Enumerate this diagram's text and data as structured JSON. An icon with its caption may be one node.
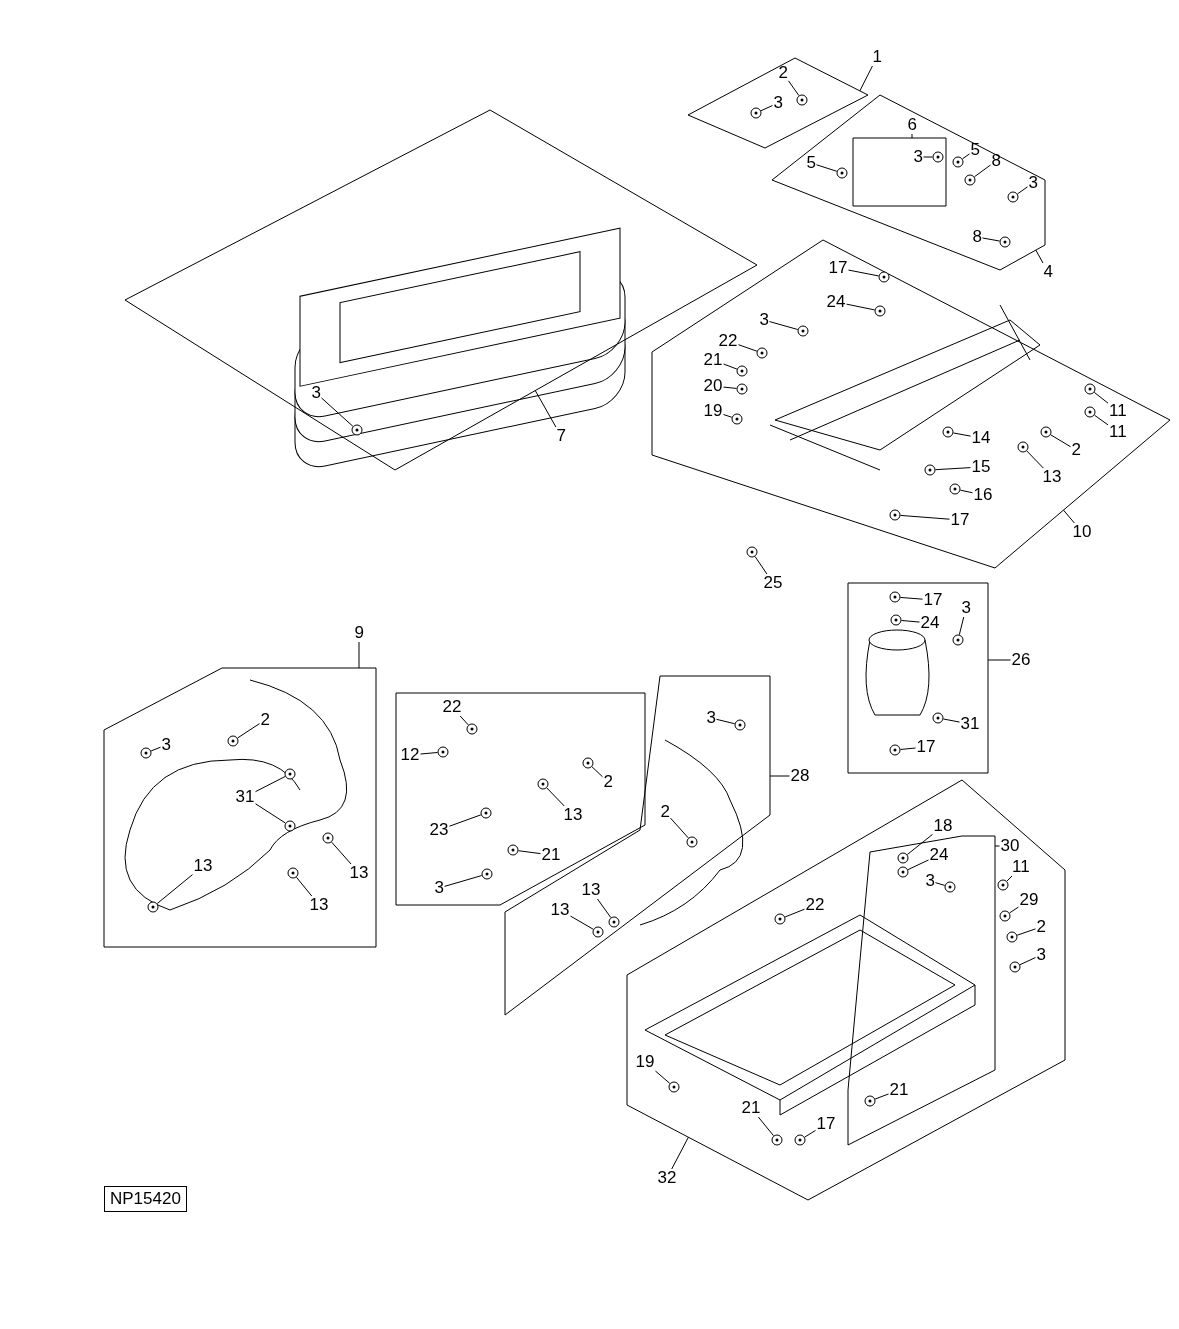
{
  "diagram": {
    "nodes": [
      {
        "text": [],
        "shape": "box"
      },
      {
        "text": [],
        "shape": "box"
      },
      {
        "text": [],
        "shape": "box",
        "in": 1
      },
      {
        "text": [],
        "shape": "diamond"
      },
      {
        "text": [],
        "shape": "box"
      },
      {
        "text": [],
        "shape": "box"
      },
      {
        "text": [],
        "shape": "box"
      },
      {
        "text": [],
        "shape": "box"
      },
      {
        "text": [],
        "shape": "box"
      },
      {
        "text": [],
        "shape": "box"
      },
      {
        "text": [],
        "shape": "box",
        "in": 9
      },
      {
        "text": [
          "1"
        ]
      },
      {
        "text": [
          "2"
        ],
        "in": 0
      },
      {
        "text": [
          "3"
        ],
        "in": 0
      },
      {
        "text": [
          "6"
        ],
        "in": 1
      },
      {
        "text": [
          "3"
        ],
        "in": 2
      },
      {
        "text": [
          "5"
        ],
        "in": 1
      },
      {
        "text": [
          "8"
        ],
        "in": 1
      },
      {
        "text": [
          "5"
        ],
        "in": 1
      },
      {
        "text": [
          "3"
        ],
        "in": 1
      },
      {
        "text": [
          "8"
        ],
        "in": 1
      },
      {
        "text": [
          "4"
        ]
      },
      {
        "text": [
          "3"
        ],
        "in": 3
      },
      {
        "text": [
          "7"
        ]
      },
      {
        "text": [
          "17"
        ],
        "in": 4
      },
      {
        "text": [
          "24"
        ],
        "in": 4
      },
      {
        "text": [
          "3"
        ],
        "in": 4
      },
      {
        "text": [
          "22"
        ],
        "in": 4
      },
      {
        "text": [
          "21"
        ],
        "in": 4
      },
      {
        "text": [
          "20"
        ],
        "in": 4
      },
      {
        "text": [
          "19"
        ],
        "in": 4
      },
      {
        "text": [
          "11"
        ],
        "in": 4
      },
      {
        "text": [
          "11"
        ],
        "in": 4
      },
      {
        "text": [
          "2"
        ],
        "in": 4
      },
      {
        "text": [
          "14"
        ],
        "in": 4
      },
      {
        "text": [
          "13"
        ],
        "in": 4
      },
      {
        "text": [
          "15"
        ],
        "in": 4
      },
      {
        "text": [
          "16"
        ],
        "in": 4
      },
      {
        "text": [
          "17"
        ],
        "in": 4
      },
      {
        "text": [
          "10"
        ]
      },
      {
        "text": [
          "25"
        ]
      },
      {
        "text": [
          "17"
        ],
        "in": 5
      },
      {
        "text": [
          "24"
        ],
        "in": 5
      },
      {
        "text": [
          "3"
        ],
        "in": 5
      },
      {
        "text": [
          "26"
        ]
      },
      {
        "text": [
          "31"
        ],
        "in": 5
      },
      {
        "text": [
          "17"
        ],
        "in": 5
      },
      {
        "text": [
          "9"
        ]
      },
      {
        "text": [
          "3"
        ],
        "in": 6
      },
      {
        "text": [
          "2"
        ],
        "in": 6
      },
      {
        "text": [
          "31"
        ],
        "in": 6
      },
      {
        "text": [
          "13"
        ],
        "in": 6
      },
      {
        "text": [
          "13"
        ],
        "in": 6
      },
      {
        "text": [
          "13"
        ],
        "in": 6
      },
      {
        "text": [
          "22"
        ],
        "in": 7
      },
      {
        "text": [
          "12"
        ],
        "in": 7
      },
      {
        "text": [
          "2"
        ],
        "in": 7
      },
      {
        "text": [
          "13"
        ],
        "in": 7
      },
      {
        "text": [
          "23"
        ],
        "in": 7
      },
      {
        "text": [
          "21"
        ],
        "in": 7
      },
      {
        "text": [
          "3"
        ],
        "in": 7
      },
      {
        "text": [
          "3"
        ],
        "in": 8
      },
      {
        "text": [
          "28"
        ]
      },
      {
        "text": [
          "2"
        ],
        "in": 8
      },
      {
        "text": [
          "13"
        ],
        "in": 8
      },
      {
        "text": [
          "13"
        ],
        "in": 8
      },
      {
        "text": [
          "18"
        ],
        "in": 9
      },
      {
        "text": [
          "30"
        ],
        "in": 9
      },
      {
        "text": [
          "24"
        ],
        "in": 10
      },
      {
        "text": [
          "11"
        ],
        "in": 9
      },
      {
        "text": [
          "3"
        ],
        "in": 10
      },
      {
        "text": [
          "29"
        ],
        "in": 9
      },
      {
        "text": [
          "22"
        ],
        "in": 9
      },
      {
        "text": [
          "2"
        ],
        "in": 9
      },
      {
        "text": [
          "3"
        ],
        "in": 9
      },
      {
        "text": [
          "19"
        ],
        "in": 9
      },
      {
        "text": [
          "21"
        ],
        "in": 10
      },
      {
        "text": [
          "21"
        ],
        "in": 9
      },
      {
        "text": [
          "17"
        ],
        "in": 9
      },
      {
        "text": [
          "32"
        ]
      },
      {
        "text": [],
        "shape": "picture",
        "in": 0
      },
      {
        "text": [],
        "shape": "picture",
        "in": 0
      },
      {
        "text": [],
        "shape": "picture",
        "in": 2
      },
      {
        "text": [],
        "shape": "picture",
        "in": 1
      },
      {
        "text": [],
        "shape": "picture",
        "in": 1
      },
      {
        "text": [],
        "shape": "picture",
        "in": 1
      },
      {
        "text": [],
        "shape": "picture",
        "in": 1
      },
      {
        "text": [],
        "shape": "picture",
        "in": 1
      },
      {
        "text": [],
        "shape": "picture",
        "in": 3
      },
      {
        "text": [],
        "shape": "picture",
        "in": 4
      },
      {
        "text": [],
        "shape": "picture",
        "in": 4
      },
      {
        "text": [],
        "shape": "picture",
        "in": 4
      },
      {
        "text": [],
        "shape": "picture",
        "in": 4
      },
      {
        "text": [],
        "shape": "picture",
        "in": 4
      },
      {
        "text": [],
        "shape": "picture",
        "in": 4
      },
      {
        "text": [],
        "shape": "picture",
        "in": 4
      },
      {
        "text": [],
        "shape": "picture",
        "in": 4
      },
      {
        "text": [],
        "shape": "picture",
        "in": 4
      },
      {
        "text": [],
        "shape": "picture",
        "in": 4
      },
      {
        "text": [],
        "shape": "picture",
        "in": 4
      },
      {
        "text": [],
        "shape": "picture",
        "in": 4
      },
      {
        "text": [],
        "shape": "picture",
        "in": 4
      },
      {
        "text": [],
        "shape": "picture",
        "in": 4
      },
      {
        "text": [],
        "shape": "picture",
        "in": 4
      },
      {
        "text": [],
        "shape": "picture"
      },
      {
        "text": [],
        "shape": "picture",
        "in": 5
      },
      {
        "text": [],
        "shape": "picture",
        "in": 5
      },
      {
        "text": [],
        "shape": "picture",
        "in": 5
      },
      {
        "text": [],
        "shape": "picture",
        "in": 5
      },
      {
        "text": [],
        "shape": "picture",
        "in": 5
      },
      {
        "text": [],
        "shape": "picture",
        "in": 6
      },
      {
        "text": [],
        "shape": "picture",
        "in": 6
      },
      {
        "text": [],
        "shape": "picture",
        "in": 6
      },
      {
        "text": [],
        "shape": "picture",
        "in": 6
      },
      {
        "text": [],
        "shape": "picture",
        "in": 6
      },
      {
        "text": [],
        "shape": "picture",
        "in": 6
      },
      {
        "text": [],
        "shape": "picture",
        "in": 6
      },
      {
        "text": [],
        "shape": "picture",
        "in": 7
      },
      {
        "text": [],
        "shape": "picture",
        "in": 7
      },
      {
        "text": [],
        "shape": "picture",
        "in": 7
      },
      {
        "text": [],
        "shape": "picture",
        "in": 7
      },
      {
        "text": [],
        "shape": "picture",
        "in": 7
      },
      {
        "text": [],
        "shape": "picture",
        "in": 7
      },
      {
        "text": [],
        "shape": "picture",
        "in": 7
      },
      {
        "text": [],
        "shape": "picture",
        "in": 8
      },
      {
        "text": [],
        "shape": "picture",
        "in": 8
      },
      {
        "text": [],
        "shape": "picture",
        "in": 8
      },
      {
        "text": [],
        "shape": "picture",
        "in": 8
      },
      {
        "text": [],
        "shape": "picture",
        "in": 10
      },
      {
        "text": [],
        "shape": "picture",
        "in": 10
      },
      {
        "text": [],
        "shape": "picture",
        "in": 9
      },
      {
        "text": [],
        "shape": "picture",
        "in": 10
      },
      {
        "text": [],
        "shape": "picture",
        "in": 9
      },
      {
        "text": [],
        "shape": "picture",
        "in": 9
      },
      {
        "text": [],
        "shape": "picture",
        "in": 9
      },
      {
        "text": [],
        "shape": "picture",
        "in": 9
      },
      {
        "text": [],
        "shape": "picture",
        "in": 9
      },
      {
        "text": [],
        "shape": "picture",
        "in": 10
      },
      {
        "text": [],
        "shape": "picture",
        "in": 9
      },
      {
        "text": [],
        "shape": "picture",
        "in": 9
      }
    ],
    "edges": [
      {
        "from": 11,
        "to": 0,
        "arrow": "none"
      },
      {
        "from": 12,
        "to": 80,
        "arrow": "none"
      },
      {
        "from": 13,
        "to": 81,
        "arrow": "none"
      },
      {
        "from": 14,
        "to": 2,
        "arrow": "none"
      },
      {
        "from": 15,
        "to": 82,
        "arrow": "none"
      },
      {
        "from": 16,
        "to": 83,
        "arrow": "none"
      },
      {
        "from": 17,
        "to": 84,
        "arrow": "none"
      },
      {
        "from": 18,
        "to": 85,
        "arrow": "none"
      },
      {
        "from": 19,
        "to": 86,
        "arrow": "none"
      },
      {
        "from": 20,
        "to": 87,
        "arrow": "none"
      },
      {
        "from": 21,
        "to": 1,
        "arrow": "none"
      },
      {
        "from": 22,
        "to": 88,
        "arrow": "none"
      },
      {
        "from": 23,
        "to": 3,
        "arrow": "none"
      },
      {
        "from": 24,
        "to": 89,
        "arrow": "none"
      },
      {
        "from": 25,
        "to": 90,
        "arrow": "none"
      },
      {
        "from": 26,
        "to": 91,
        "arrow": "none"
      },
      {
        "from": 27,
        "to": 92,
        "arrow": "none"
      },
      {
        "from": 28,
        "to": 93,
        "arrow": "none"
      },
      {
        "from": 29,
        "to": 94,
        "arrow": "none"
      },
      {
        "from": 30,
        "to": 95,
        "arrow": "none"
      },
      {
        "from": 31,
        "to": 96,
        "arrow": "none"
      },
      {
        "from": 32,
        "to": 97,
        "arrow": "none"
      },
      {
        "from": 33,
        "to": 98,
        "arrow": "none"
      },
      {
        "from": 34,
        "to": 99,
        "arrow": "none"
      },
      {
        "from": 35,
        "to": 100,
        "arrow": "none"
      },
      {
        "from": 36,
        "to": 101,
        "arrow": "none"
      },
      {
        "from": 37,
        "to": 102,
        "arrow": "none"
      },
      {
        "from": 38,
        "to": 103,
        "arrow": "none"
      },
      {
        "from": 39,
        "to": 4,
        "arrow": "none"
      },
      {
        "from": 40,
        "to": 104,
        "arrow": "none"
      },
      {
        "from": 41,
        "to": 105,
        "arrow": "none"
      },
      {
        "from": 42,
        "to": 106,
        "arrow": "none"
      },
      {
        "from": 43,
        "to": 107,
        "arrow": "none"
      },
      {
        "from": 44,
        "to": 5,
        "arrow": "none"
      },
      {
        "from": 45,
        "to": 108,
        "arrow": "none"
      },
      {
        "from": 46,
        "to": 109,
        "arrow": "none"
      },
      {
        "from": 47,
        "to": 6,
        "arrow": "none"
      },
      {
        "from": 48,
        "to": 110,
        "arrow": "none"
      },
      {
        "from": 49,
        "to": 111,
        "arrow": "none"
      },
      {
        "from": 50,
        "to": 112,
        "arrow": "none"
      },
      {
        "from": 50,
        "to": 113,
        "arrow": "none"
      },
      {
        "from": 51,
        "to": 114,
        "arrow": "none"
      },
      {
        "from": 52,
        "to": 115,
        "arrow": "none"
      },
      {
        "from": 53,
        "to": 116,
        "arrow": "none"
      },
      {
        "from": 54,
        "to": 117,
        "arrow": "none"
      },
      {
        "from": 55,
        "to": 118,
        "arrow": "none"
      },
      {
        "from": 56,
        "to": 119,
        "arrow": "none"
      },
      {
        "from": 57,
        "to": 120,
        "arrow": "none"
      },
      {
        "from": 58,
        "to": 121,
        "arrow": "none"
      },
      {
        "from": 59,
        "to": 122,
        "arrow": "none"
      },
      {
        "from": 60,
        "to": 123,
        "arrow": "none"
      },
      {
        "from": 61,
        "to": 124,
        "arrow": "none"
      },
      {
        "from": 62,
        "to": 8,
        "arrow": "none"
      },
      {
        "from": 63,
        "to": 125,
        "arrow": "none"
      },
      {
        "from": 64,
        "to": 126,
        "arrow": "none"
      },
      {
        "from": 65,
        "to": 127,
        "arrow": "none"
      },
      {
        "from": 66,
        "to": 128,
        "arrow": "none"
      },
      {
        "from": 67,
        "to": 10,
        "arrow": "none"
      },
      {
        "from": 68,
        "to": 129,
        "arrow": "none"
      },
      {
        "from": 69,
        "to": 130,
        "arrow": "none"
      },
      {
        "from": 70,
        "to": 131,
        "arrow": "none"
      },
      {
        "from": 71,
        "to": 132,
        "arrow": "none"
      },
      {
        "from": 72,
        "to": 133,
        "arrow": "none"
      },
      {
        "from": 73,
        "to": 134,
        "arrow": "none"
      },
      {
        "from": 74,
        "to": 135,
        "arrow": "none"
      },
      {
        "from": 75,
        "to": 136,
        "arrow": "none"
      },
      {
        "from": 76,
        "to": 137,
        "arrow": "none"
      },
      {
        "from": 77,
        "to": 138,
        "arrow": "none"
      },
      {
        "from": 78,
        "to": 139,
        "arrow": "none"
      },
      {
        "from": 79,
        "to": 9,
        "arrow": "none"
      }
    ],
    "labels": [
      "NP15420"
    ]
  }
}
